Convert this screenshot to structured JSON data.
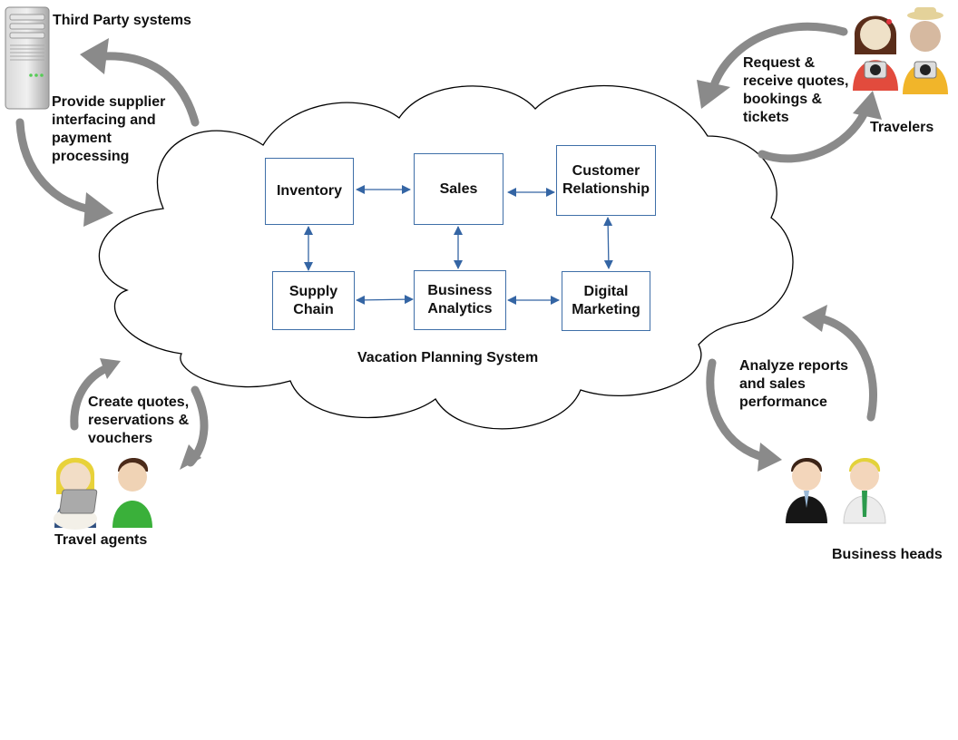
{
  "system": {
    "title": "Vacation Planning System",
    "modules": {
      "inventory": "Inventory",
      "sales": "Sales",
      "crm": "Customer\nRelationship",
      "supply_chain": "Supply\nChain",
      "analytics": "Business\nAnalytics",
      "marketing": "Digital\nMarketing"
    },
    "links": [
      [
        "Inventory",
        "Sales"
      ],
      [
        "Sales",
        "Customer Relationship"
      ],
      [
        "Inventory",
        "Supply Chain"
      ],
      [
        "Sales",
        "Business Analytics"
      ],
      [
        "Customer Relationship",
        "Digital Marketing"
      ],
      [
        "Supply Chain",
        "Business Analytics"
      ],
      [
        "Business Analytics",
        "Digital Marketing"
      ]
    ]
  },
  "actors": {
    "third_party": {
      "name": "Third Party systems",
      "role": "Provide supplier\ninterfacing and\npayment\nprocessing",
      "icon": "server-icon"
    },
    "travelers": {
      "name": "Travelers",
      "role": "Request &\nreceive quotes,\nbookings &\ntickets",
      "icon": "traveler-icon"
    },
    "travel_agents": {
      "name": "Travel agents",
      "role": "Create quotes,\nreservations &\nvouchers",
      "icon": "agent-icon"
    },
    "business_heads": {
      "name": "Business heads",
      "role": "Analyze reports\nand sales\nperformance",
      "icon": "businessman-icon"
    }
  },
  "colors": {
    "module_border": "#3f6fa8",
    "arrow_blue": "#3465a4",
    "flow_arrow_gray": "#8a8a8a"
  }
}
